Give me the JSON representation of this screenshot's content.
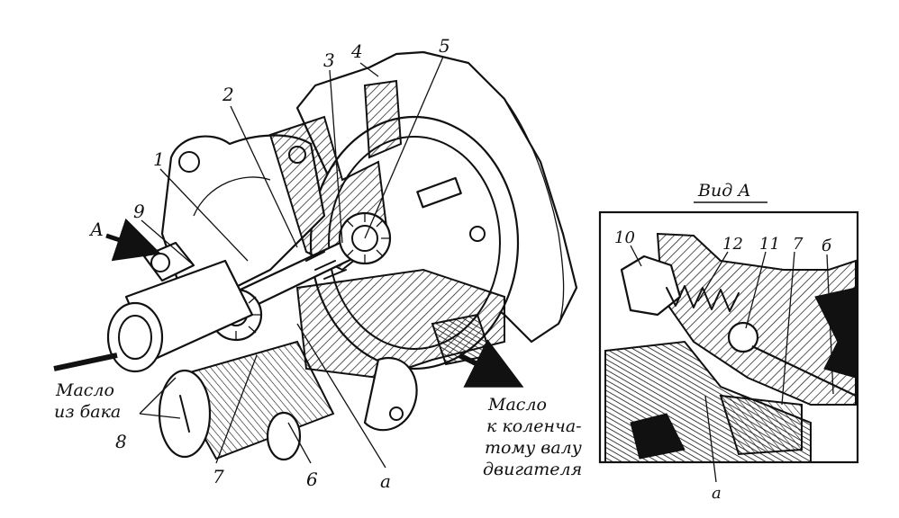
{
  "callouts": {
    "n1": "1",
    "n2": "2",
    "n3": "3",
    "n4": "4",
    "n5": "5",
    "n6": "6",
    "n7": "7",
    "n8": "8",
    "n9": "9",
    "a_main": "а",
    "arrow_A": "А"
  },
  "captions": {
    "oil_in_line1": "Масло",
    "oil_in_line2": "из бака",
    "oil_out_line1": "Масло",
    "oil_out_line2": "к коленча-",
    "oil_out_line3": "тому валу",
    "oil_out_line4": "двигателя"
  },
  "view_a": {
    "title": "Вид А",
    "n10": "10",
    "n12": "12",
    "n11": "11",
    "n7": "7",
    "b": "б",
    "a": "а"
  }
}
